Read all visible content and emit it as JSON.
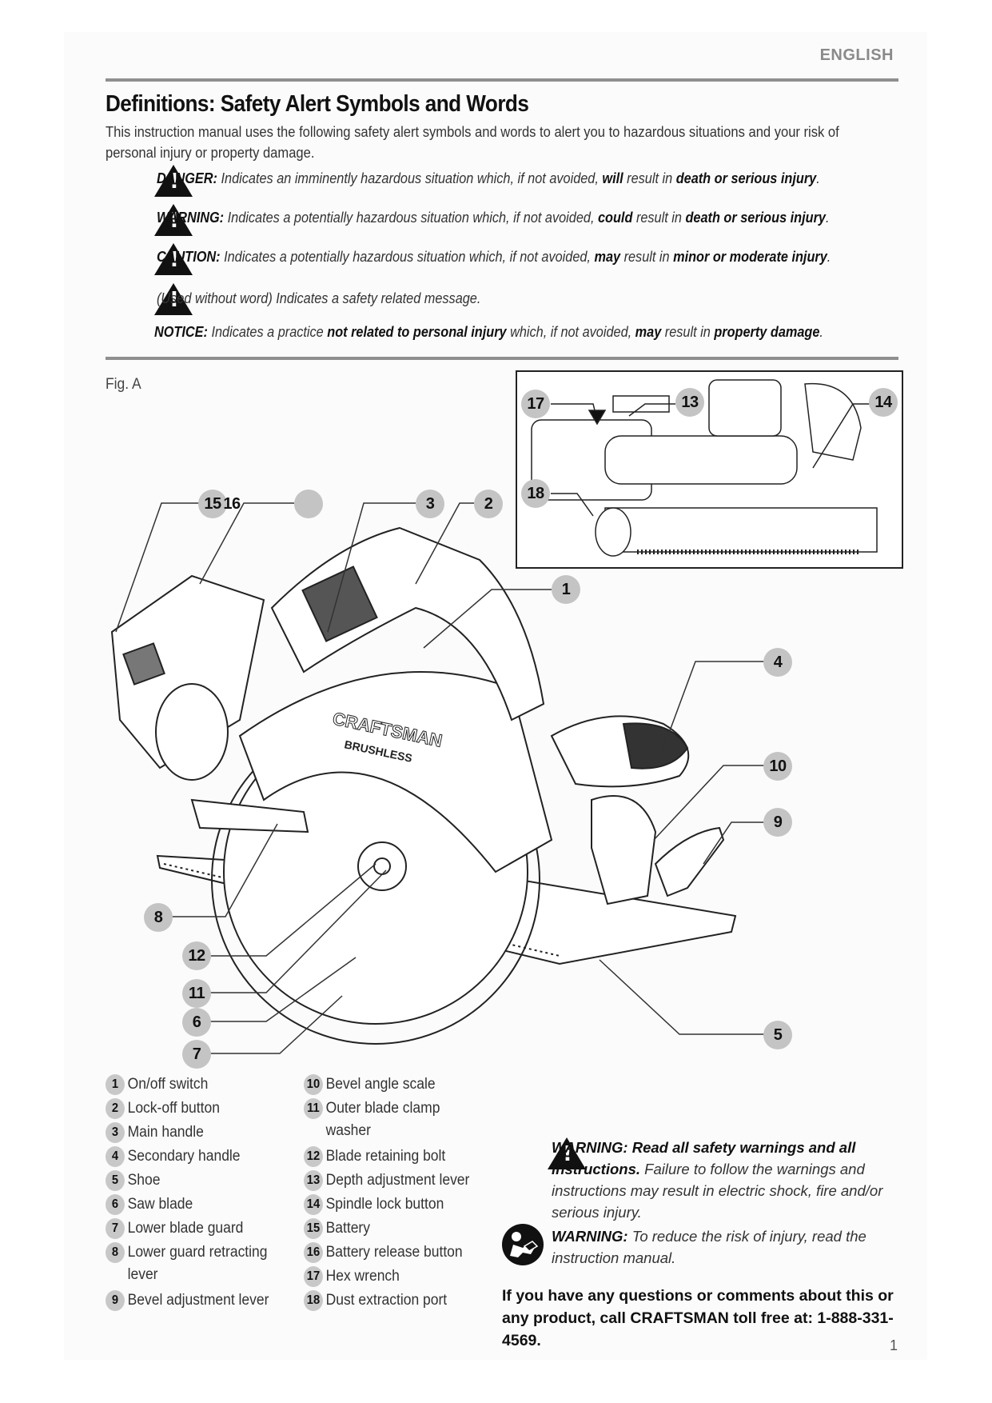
{
  "header": {
    "language": "ENGLISH"
  },
  "section": {
    "title": "Definitions: Safety Alert Symbols and Words",
    "intro": "This instruction manual uses the following safety alert symbols and words to alert you to hazardous situations and your risk of personal injury or property damage."
  },
  "definitions": [
    {
      "icon": "warning-triangle-icon",
      "keyword": "DANGER:",
      "text_a": " Indicates an imminently hazardous situation which, if not avoided, ",
      "bold_a": "will",
      "text_b": " result in ",
      "bold_b": "death or serious injury",
      "end": "."
    },
    {
      "icon": "warning-triangle-icon",
      "keyword": "WARNING:",
      "text_a": " Indicates a potentially hazardous situation which, if not avoided, ",
      "bold_a": "could",
      "text_b": " result in ",
      "bold_b": "death or serious injury",
      "end": "."
    },
    {
      "icon": "warning-triangle-icon",
      "keyword": "CAUTION:",
      "text_a": " Indicates a potentially hazardous situation which, if not avoided, ",
      "bold_a": "may",
      "text_b": " result in ",
      "bold_b": "minor or moderate injury",
      "end": "."
    },
    {
      "icon": "warning-triangle-icon",
      "keyword": "",
      "text_a": "(Used without word) Indicates a safety related message.",
      "bold_a": "",
      "text_b": "",
      "bold_b": "",
      "end": ""
    }
  ],
  "notice": {
    "keyword": "NOTICE:",
    "text_a": " Indicates a practice ",
    "bold_a": "not related to personal injury",
    "text_b": " which, if not avoided, ",
    "bold_b": "may",
    "text_c": " result in ",
    "bold_c": "property damage",
    "end": "."
  },
  "figure": {
    "label": "Fig. A",
    "main_callouts": [
      "15",
      "16",
      "3",
      "2",
      "1",
      "4",
      "10",
      "9",
      "8",
      "12",
      "11",
      "6",
      "7",
      "5"
    ],
    "inset_callouts": [
      "17",
      "13",
      "14",
      "18"
    ],
    "product_text": [
      "CRAFTSMAN",
      "BRUSHLESS"
    ]
  },
  "legend": {
    "left": [
      {
        "num": "1",
        "label": "On/off switch"
      },
      {
        "num": "2",
        "label": "Lock-off button"
      },
      {
        "num": "3",
        "label": "Main handle"
      },
      {
        "num": "4",
        "label": "Secondary handle"
      },
      {
        "num": "5",
        "label": "Shoe"
      },
      {
        "num": "6",
        "label": "Saw blade"
      },
      {
        "num": "7",
        "label": "Lower blade guard"
      },
      {
        "num": "8",
        "label": "Lower guard retracting",
        "label2": "lever"
      },
      {
        "num": "9",
        "label": "Bevel adjustment lever"
      }
    ],
    "right": [
      {
        "num": "10",
        "label": "Bevel angle scale"
      },
      {
        "num": "11",
        "label": "Outer blade clamp",
        "label2": "washer"
      },
      {
        "num": "12",
        "label": "Blade retaining bolt"
      },
      {
        "num": "13",
        "label": "Depth adjustment lever"
      },
      {
        "num": "14",
        "label": "Spindle lock button"
      },
      {
        "num": "15",
        "label": "Battery"
      },
      {
        "num": "16",
        "label": "Battery release button"
      },
      {
        "num": "17",
        "label": "Hex wrench"
      },
      {
        "num": "18",
        "label": "Dust extraction port"
      }
    ]
  },
  "warnings": {
    "warning1_bold": "WARNING: Read all safety warnings and all instructions.",
    "warning1_text": " Failure to follow the warnings and instructions may result in electric shock, fire and/or serious injury.",
    "warning2_bold": "WARNING:",
    "warning2_text": " To reduce the risk of injury, read the instruction manual."
  },
  "contact": "If you have any questions or comments about this or any product, call CRAFTSMAN toll free at: 1-888-331-4569.",
  "page_number": "1"
}
